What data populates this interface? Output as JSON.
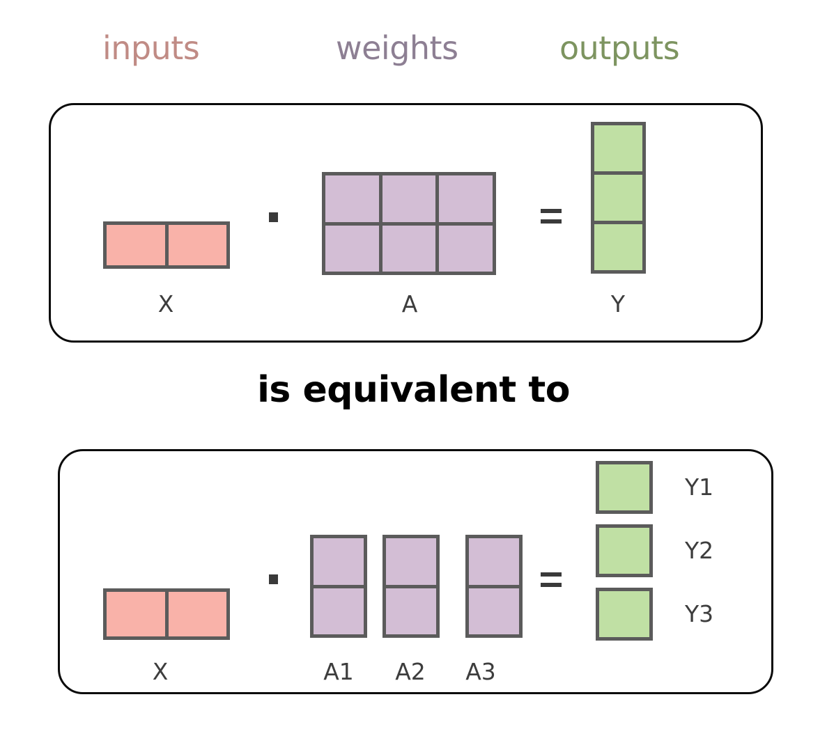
{
  "legend": {
    "items": [
      {
        "id": "inputs",
        "label": "inputs",
        "color": "#c08b85"
      },
      {
        "id": "weights",
        "label": "weights",
        "color": "#8d7f93"
      },
      {
        "id": "outputs",
        "label": "outputs",
        "color": "#7d9460"
      }
    ]
  },
  "caption": {
    "equivalence": "is equivalent to"
  },
  "operators": {
    "dot": "·",
    "equals": "="
  },
  "colors": {
    "input_fill": "#f9b2a9",
    "weight_fill": "#d3bed5",
    "output_fill": "#c0e0a4",
    "cell_border": "#5b5b5b",
    "panel_border": "#0a0a0a",
    "label_text": "#3d3d3d"
  },
  "panel_one": {
    "name": "unsharded-matmul",
    "matrices": [
      {
        "id": "X",
        "label": "X",
        "kind": "input",
        "rows": 1,
        "cols": 2,
        "cells": 2
      },
      {
        "id": "A",
        "label": "A",
        "kind": "weight",
        "rows": 2,
        "cols": 3,
        "cells": 6
      },
      {
        "id": "Y",
        "label": "Y",
        "kind": "output",
        "rows": 3,
        "cols": 1,
        "cells": 3
      }
    ]
  },
  "panel_two": {
    "name": "column-sharded-matmul",
    "matrices": [
      {
        "id": "X",
        "label": "X",
        "kind": "input",
        "rows": 1,
        "cols": 2,
        "cells": 2
      },
      {
        "id": "A1",
        "label": "A1",
        "kind": "weight",
        "rows": 2,
        "cols": 1,
        "cells": 2
      },
      {
        "id": "A2",
        "label": "A2",
        "kind": "weight",
        "rows": 2,
        "cols": 1,
        "cells": 2
      },
      {
        "id": "A3",
        "label": "A3",
        "kind": "weight",
        "rows": 2,
        "cols": 1,
        "cells": 2
      }
    ],
    "outputs": [
      {
        "id": "Y1",
        "label": "Y1",
        "kind": "output",
        "rows": 1,
        "cols": 1,
        "cells": 1
      },
      {
        "id": "Y2",
        "label": "Y2",
        "kind": "output",
        "rows": 1,
        "cols": 1,
        "cells": 1
      },
      {
        "id": "Y3",
        "label": "Y3",
        "kind": "output",
        "rows": 1,
        "cols": 1,
        "cells": 1
      }
    ]
  }
}
